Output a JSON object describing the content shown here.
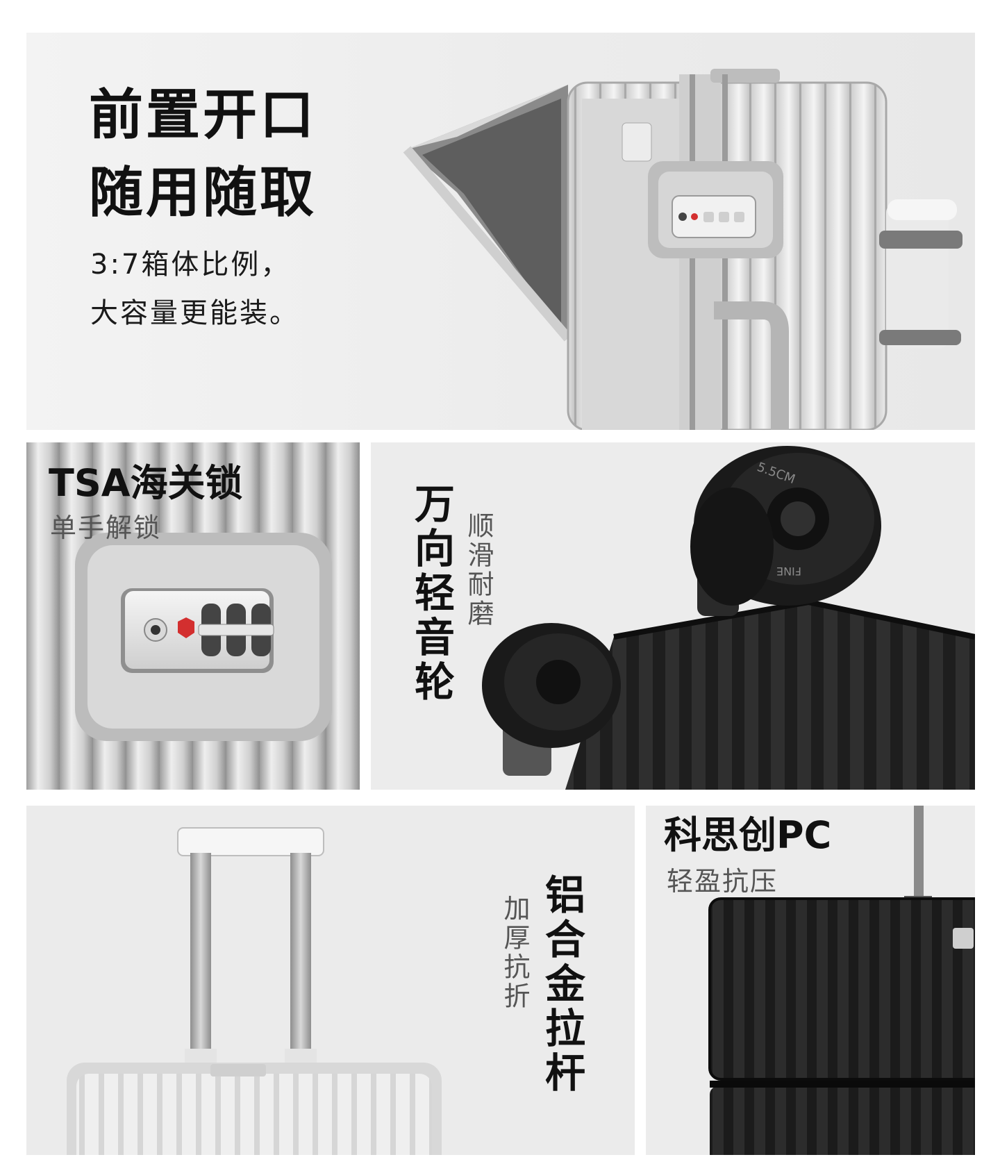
{
  "panels": {
    "front_opening": {
      "title_line1": "前置开口",
      "title_line2": "随用随取",
      "subtitle_line1": "3:7箱体比例，",
      "subtitle_line2": "大容量更能装。"
    },
    "tsa_lock": {
      "title": "TSA海关锁",
      "subtitle": "单手解锁"
    },
    "wheels": {
      "title": "万向轻音轮",
      "subtitle": "顺滑耐磨",
      "wheel_mark": "5.5CM",
      "wheel_brand": "FINE"
    },
    "handle": {
      "title": "铝合金拉杆",
      "subtitle": "加厚抗折"
    },
    "pc_shell": {
      "title": "科思创PC",
      "subtitle": "轻盈抗压"
    }
  },
  "colors": {
    "text_primary": "#111111",
    "text_secondary": "#555555",
    "silver": "#c9c9c9",
    "black_case": "#1e1e1e",
    "lock_red": "#d32f2f"
  },
  "icons": [
    "tsa-lock-icon"
  ]
}
